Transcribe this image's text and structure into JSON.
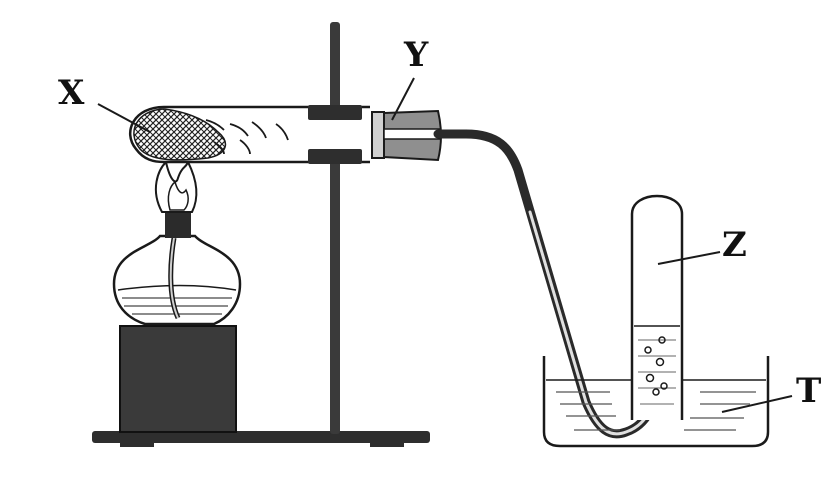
{
  "labels": {
    "x": "X",
    "y": "Y",
    "z": "Z",
    "t": "T"
  },
  "colors": {
    "ink": "#1a1a1a",
    "burner_block": "#3a3a3a",
    "stopper": "#8f8f8f",
    "water": "#f2f2f2"
  }
}
